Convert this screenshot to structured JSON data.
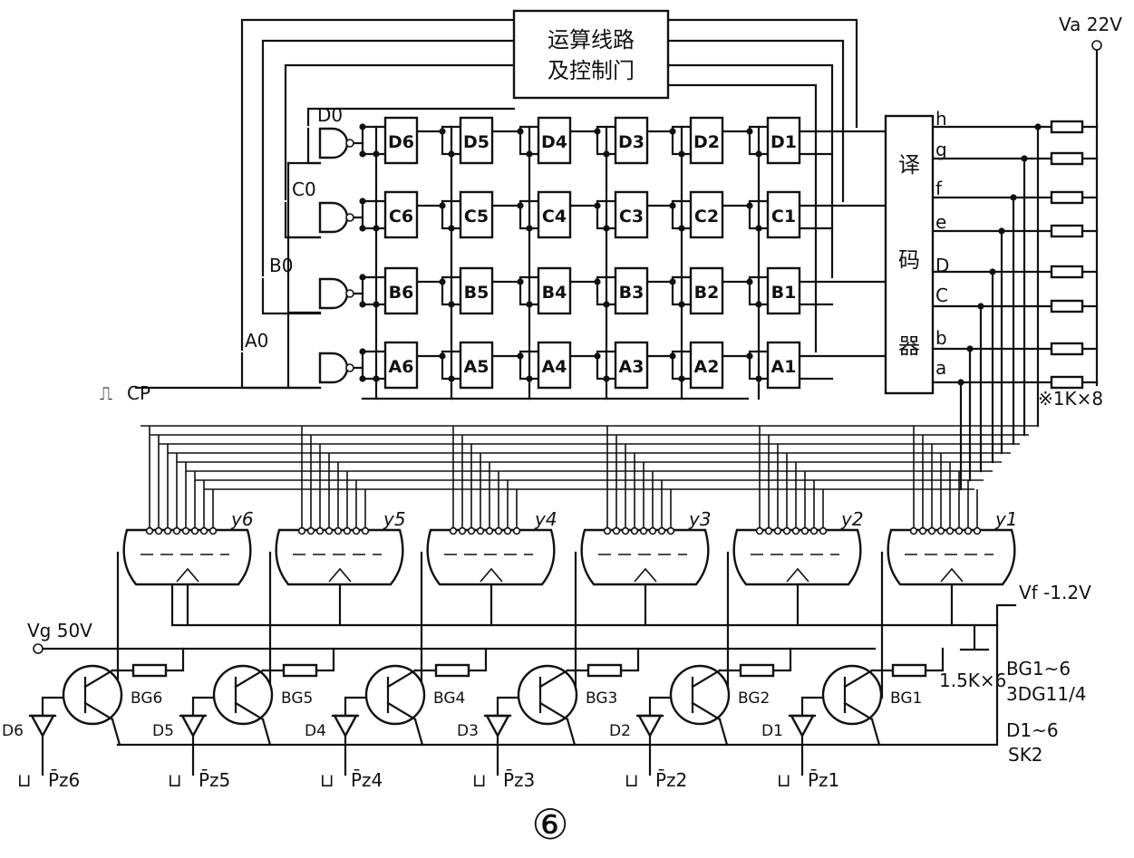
{
  "control_block": {
    "line1": "运算线路",
    "line2": "及控制门"
  },
  "decoder": {
    "chars": [
      "译",
      "码",
      "器"
    ]
  },
  "outputs": [
    "h",
    "g",
    "f",
    "e",
    "D",
    "C",
    "b",
    "a"
  ],
  "row_inputs": [
    "D0",
    "C0",
    "B0",
    "A0"
  ],
  "register_rows": [
    [
      "D6",
      "D5",
      "D4",
      "D3",
      "D2",
      "D1"
    ],
    [
      "C6",
      "C5",
      "C4",
      "C3",
      "C2",
      "C1"
    ],
    [
      "B6",
      "B5",
      "B4",
      "B3",
      "B2",
      "B1"
    ],
    [
      "A6",
      "A5",
      "A4",
      "A3",
      "A2",
      "A1"
    ]
  ],
  "clock": {
    "symbol": "⎍",
    "label": "CP"
  },
  "tubes": [
    "y6",
    "y5",
    "y4",
    "y3",
    "y2",
    "y1"
  ],
  "supplies": {
    "va": "Va 22V",
    "vf": "Vf -1.2V",
    "vg": "Vg 50V"
  },
  "resistor_notes": {
    "segment": "※1K×8",
    "grid": "1.5K×6"
  },
  "transistors": [
    "BG6",
    "BG5",
    "BG4",
    "BG3",
    "BG2",
    "BG1"
  ],
  "diodes": [
    "D6",
    "D5",
    "D4",
    "D3",
    "D2",
    "D1"
  ],
  "pulses": [
    "P̄z6",
    "P̄z5",
    "P̄z4",
    "P̄z3",
    "P̄z2",
    "P̄z1"
  ],
  "pulse_symbol": "⊔",
  "notes": {
    "bg_range": "BG1~6",
    "bg_type": "3DG11/4",
    "d_range": "D1~6",
    "d_type": "SK2"
  },
  "figure_number": "⑥"
}
